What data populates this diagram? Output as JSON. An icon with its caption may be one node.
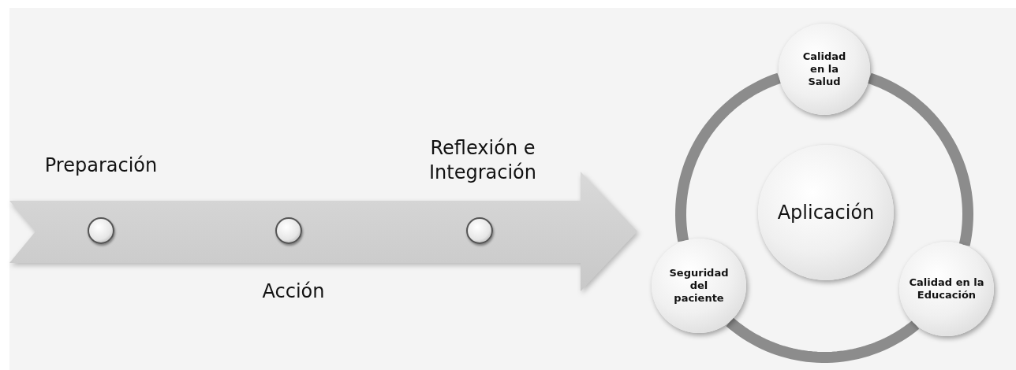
{
  "diagram": {
    "nodes": [
      {
        "text": [],
        "shape": "arrow"
      },
      {
        "text": [],
        "shape": "circle",
        "in": 0,
        "beside": [
          "Preparación"
        ]
      },
      {
        "text": [],
        "shape": "circle",
        "in": 0,
        "beside": [
          "Acción"
        ]
      },
      {
        "text": [],
        "shape": "circle",
        "in": 0,
        "beside": [
          "Reflexión e Integración"
        ]
      },
      {
        "text": [
          "Aplicación"
        ]
      },
      {
        "text": [
          "Calidad en la Salud"
        ]
      },
      {
        "text": [
          "Calidad en la Educación"
        ]
      },
      {
        "text": [
          "Seguridad del paciente"
        ]
      }
    ],
    "edges": [
      {
        "from": 5,
        "to": 6,
        "arrow": "none"
      },
      {
        "from": 6,
        "to": 7,
        "arrow": "none"
      },
      {
        "from": 7,
        "to": 5,
        "arrow": "none"
      }
    ]
  }
}
